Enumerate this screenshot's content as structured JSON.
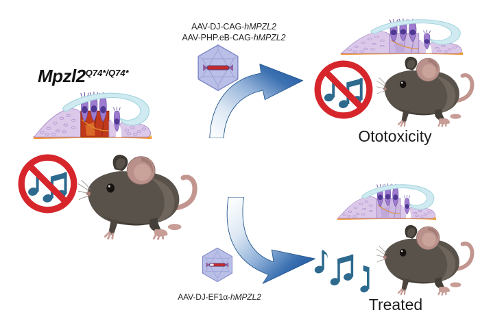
{
  "figure": {
    "type": "graphical-abstract",
    "background": "#ffffff"
  },
  "left_panel": {
    "genotype_gene": "Mpzl2",
    "genotype_allele": "Q74*/Q74*",
    "icons": {
      "cochlea": "cochlea-degenerated-icon",
      "hearing": "no-hearing-icon",
      "animal": "mouse-icon"
    }
  },
  "top_pathway": {
    "vector_line1_prefix": "AAV-DJ-CAG-",
    "vector_line1_gene": "hMPZL2",
    "vector_line2_prefix": "AAV-PHP.eB-CAG-",
    "vector_line2_gene": "hMPZL2",
    "outcome_label": "Ototoxicity",
    "icons": {
      "vector": "aav-capsid-icon",
      "arrow": "curved-arrow-up-icon",
      "cochlea": "cochlea-healthy-icon",
      "hearing": "no-hearing-icon",
      "animal": "mouse-icon"
    }
  },
  "bottom_pathway": {
    "vector_prefix": "AAV-DJ-EF1α-",
    "vector_gene": "hMPZL2",
    "outcome_label": "Treated",
    "icons": {
      "vector": "aav-capsid-icon",
      "arrow": "curved-arrow-down-icon",
      "cochlea": "cochlea-healthy-icon",
      "hearing": "music-notes-icon",
      "animal": "mouse-icon"
    }
  },
  "colors": {
    "arrow_blue": "#2a62a6",
    "prohibition_red": "#d6262c",
    "note_teal": "#2d6a8e",
    "capsid_lavender": "#b9bfe6",
    "cassette_red": "#c62828",
    "membrane_cyan": "#cfeaf0",
    "cell_lavender": "#dcc9ea",
    "hair_cell_purple": "#9d7bce",
    "basilar_orange": "#ef9330",
    "damage_red": "#c0391b",
    "mouse_body": "#59524b",
    "mouse_pink": "#c2968f",
    "text": "#1e1e1e"
  }
}
